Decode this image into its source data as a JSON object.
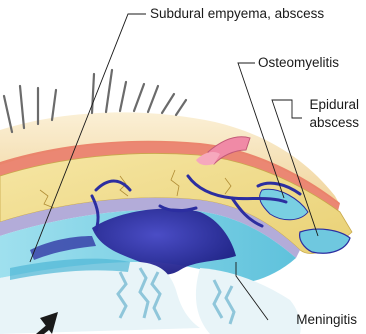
{
  "labels": {
    "subdural": "Subdural empyema, abscess",
    "osteomyelitis": "Osteomyelitis",
    "epidural_line1": "Epidural",
    "epidural_line2": "abscess",
    "meningitis": "Meningitis"
  },
  "colors": {
    "skin": "#f4d9a8",
    "scalp_red": "#e05a50",
    "bone": "#f2df8c",
    "dura": "#a49ed2",
    "csf_cyan": "#7fd3e6",
    "pus_blue": "#2c2ea0",
    "pink_vessel": "#f08aa6"
  },
  "icons": [
    "arrow-icon"
  ]
}
